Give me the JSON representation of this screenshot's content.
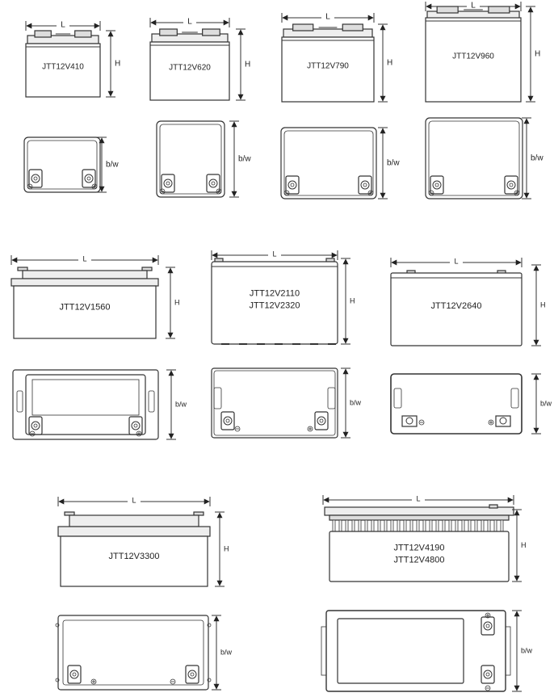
{
  "labels": {
    "length": "L",
    "height": "H",
    "width": "b/w"
  },
  "batteries": [
    {
      "lines": [
        "JTT12V410"
      ]
    },
    {
      "lines": [
        "JTT12V620"
      ]
    },
    {
      "lines": [
        "JTT12V790"
      ]
    },
    {
      "lines": [
        "JTT12V960"
      ]
    },
    {
      "lines": [
        "JTT12V1560"
      ]
    },
    {
      "lines": [
        "JTT12V2110",
        "JTT12V2320"
      ]
    },
    {
      "lines": [
        "JTT12V2640"
      ]
    },
    {
      "lines": [
        "JTT12V3300"
      ]
    },
    {
      "lines": [
        "JTT12V4190",
        "JTT12V4800"
      ]
    }
  ],
  "colors": {
    "stroke": "#333333",
    "case_fill": "#ffffff",
    "cover_fill": "#eeeeee",
    "shade_fill": "#dddddd"
  }
}
